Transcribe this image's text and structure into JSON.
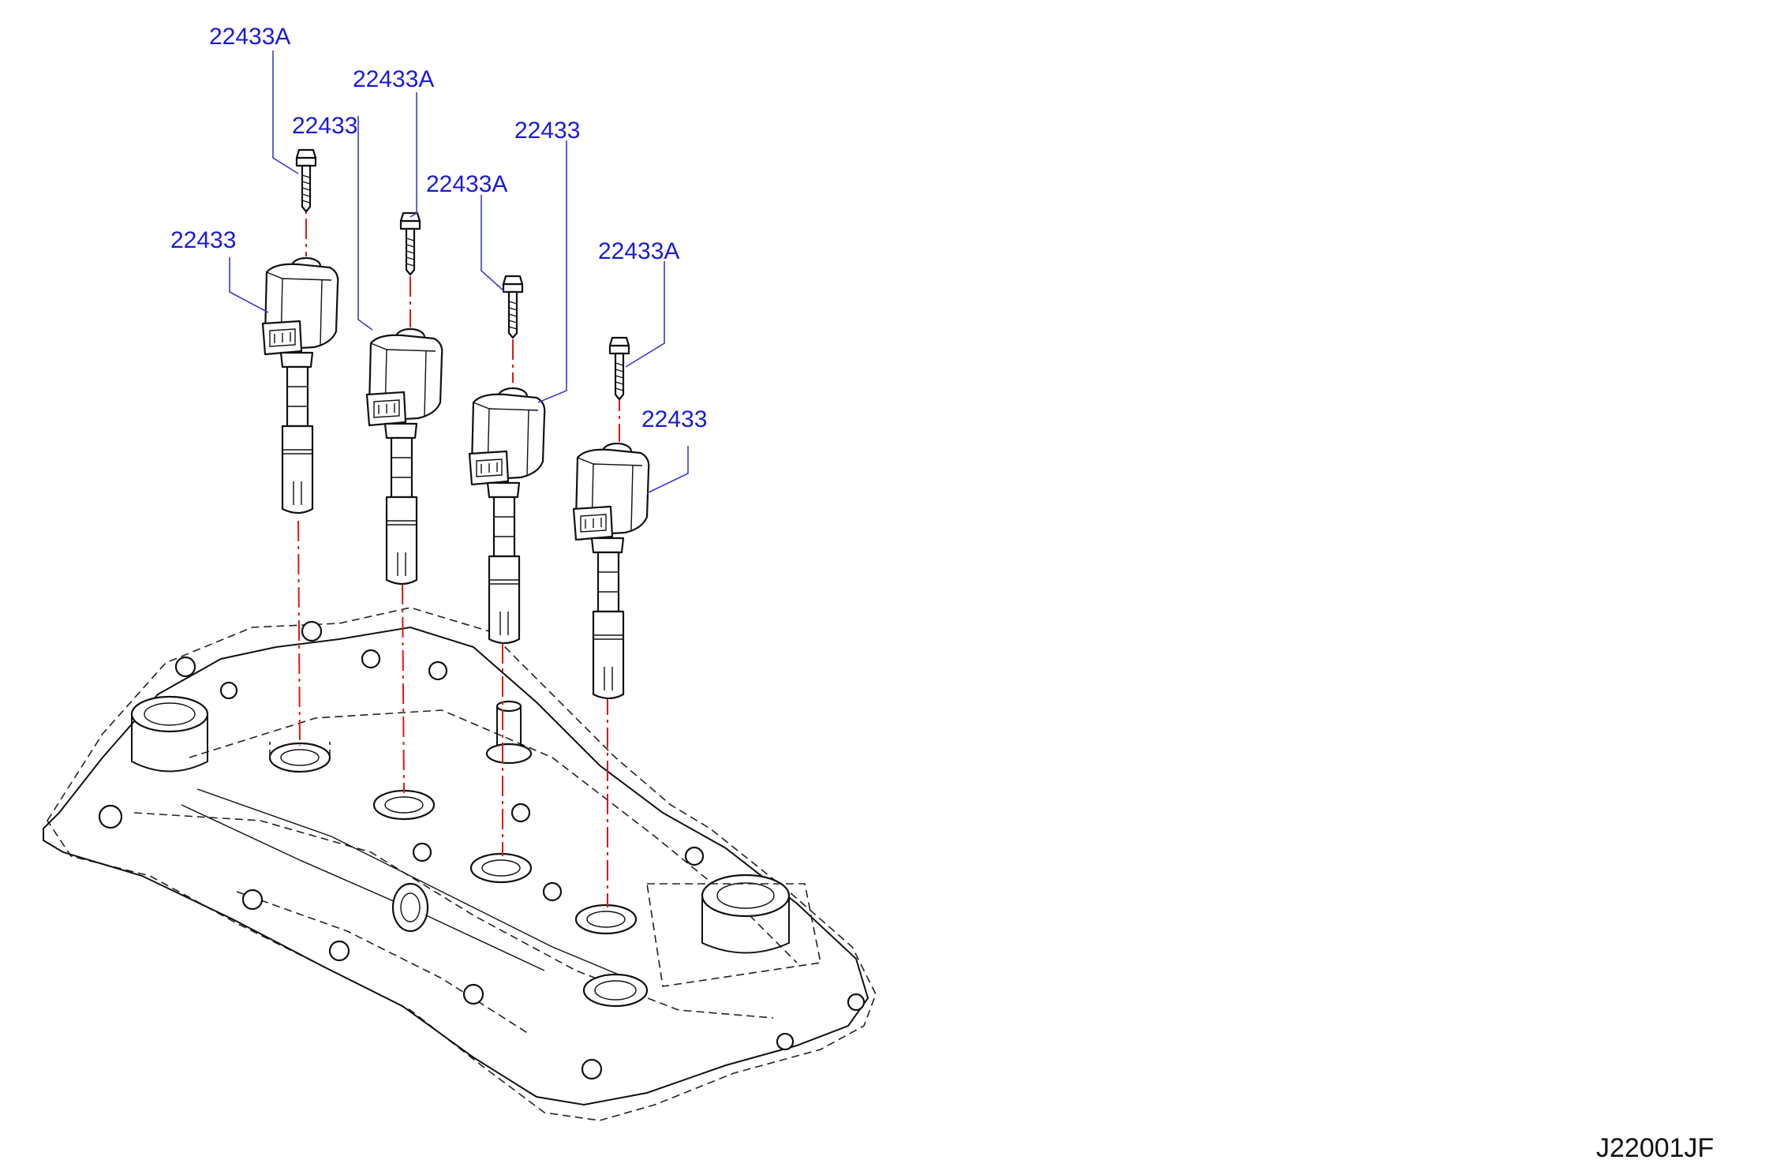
{
  "callouts": [
    {
      "id": "bolt-1",
      "text": "22433A"
    },
    {
      "id": "bolt-2",
      "text": "22433A"
    },
    {
      "id": "coil-2",
      "text": "22433"
    },
    {
      "id": "coil-3",
      "text": "22433"
    },
    {
      "id": "bolt-3",
      "text": "22433A"
    },
    {
      "id": "coil-1",
      "text": "22433"
    },
    {
      "id": "bolt-4",
      "text": "22433A"
    },
    {
      "id": "coil-4",
      "text": "22433"
    }
  ],
  "diagram_code": "J22001JF",
  "colors": {
    "callout": "#1a1ad9",
    "leader": "#3a3ad0",
    "centerline": "#e01818",
    "linework": "#111111"
  }
}
